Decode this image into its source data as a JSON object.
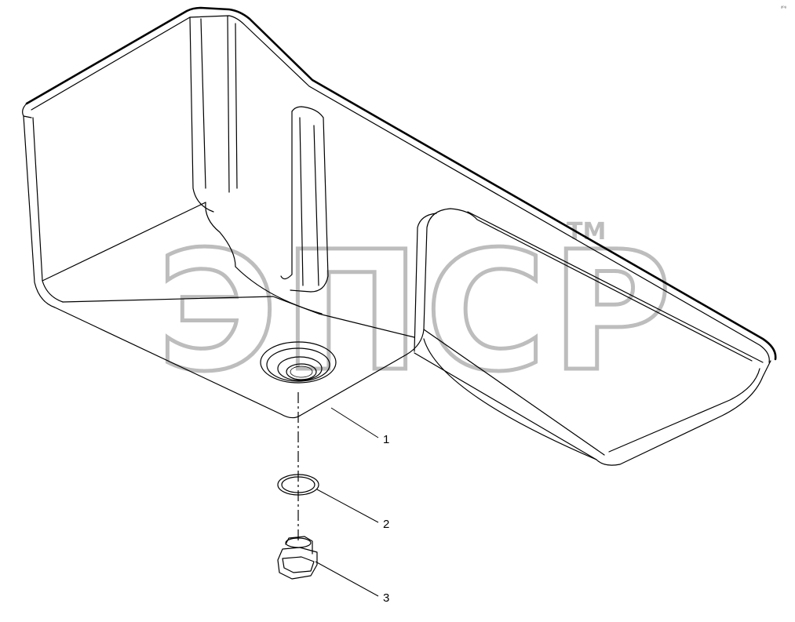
{
  "watermark": {
    "text": "ЭПСР",
    "trademark": "TM"
  },
  "corner_mark": "ᵈ⁰⁸",
  "callouts": [
    {
      "label": "1",
      "part": "oil-pan"
    },
    {
      "label": "2",
      "part": "sealing-ring"
    },
    {
      "label": "3",
      "part": "drain-plug"
    }
  ],
  "colors": {
    "line": "#000000",
    "watermark": "#bdbdbd",
    "background": "#ffffff"
  }
}
